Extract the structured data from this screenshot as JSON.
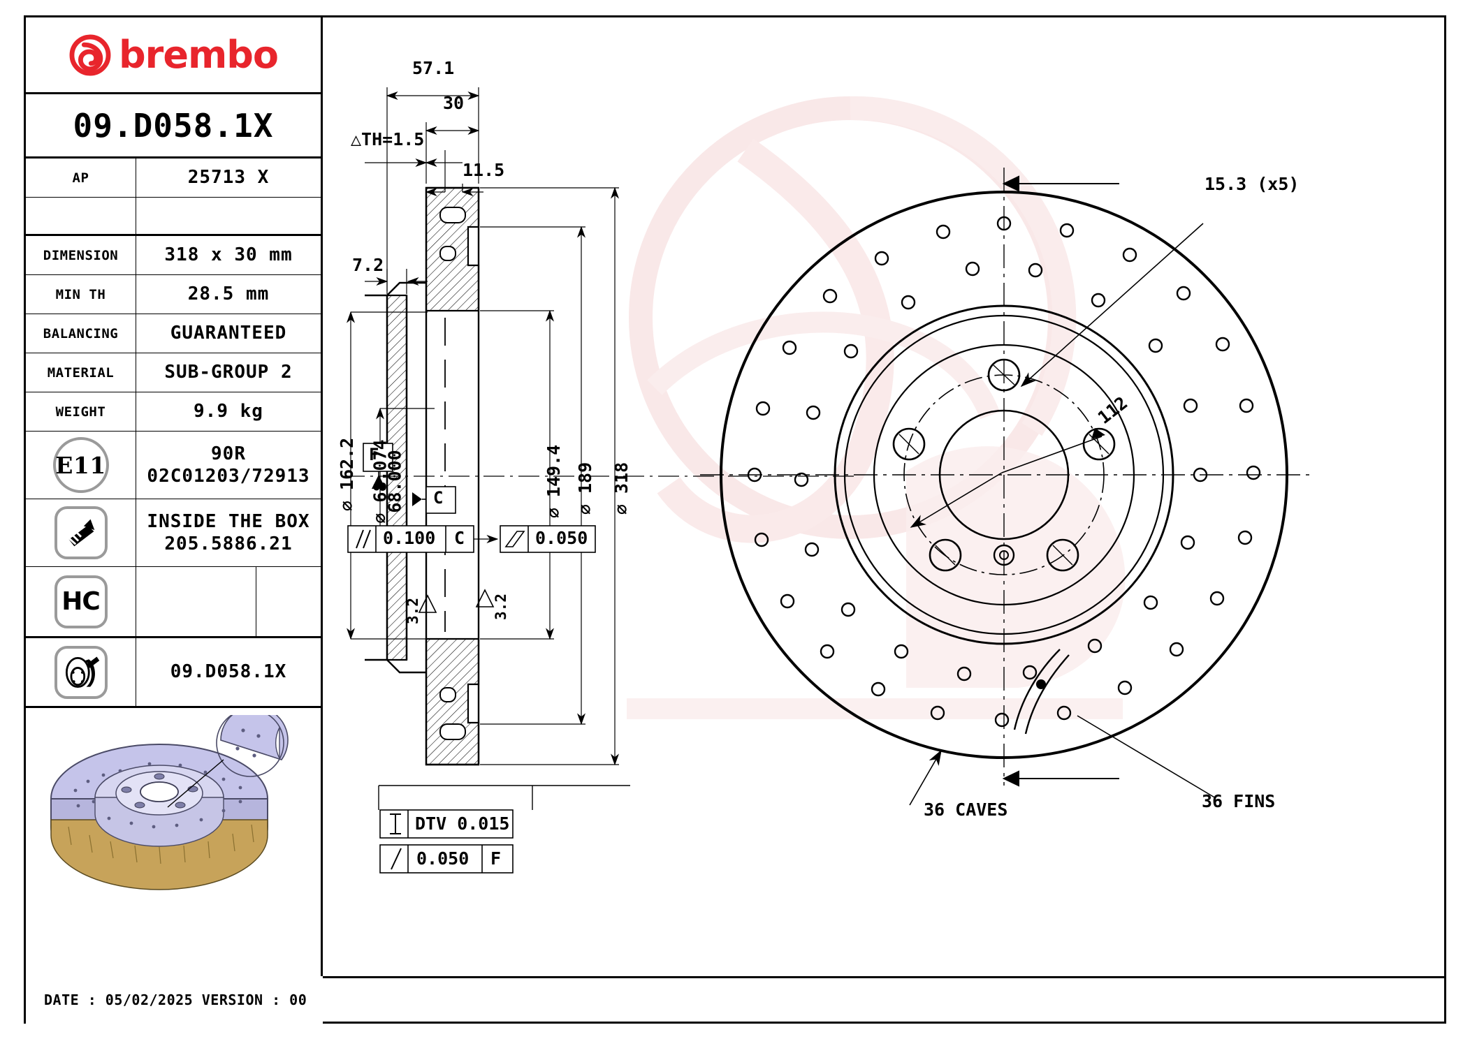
{
  "brand": {
    "name": "brembo",
    "logo_icon": "brembo-logo-icon",
    "color": "#e8252c"
  },
  "part": {
    "code": "09.D058.1X",
    "code_bottom": "09.D058.1X"
  },
  "spec_table": {
    "rows": [
      {
        "key": "AP",
        "value": "25713 X"
      },
      {
        "key": "",
        "value": ""
      },
      {
        "key": "DIMENSION",
        "value": "318 x 30 mm"
      },
      {
        "key": "MIN TH",
        "value": "28.5 mm"
      },
      {
        "key": "BALANCING",
        "value": "GUARANTEED"
      },
      {
        "key": "MATERIAL",
        "value": "SUB-GROUP 2"
      },
      {
        "key": "WEIGHT",
        "value": "9.9 kg"
      }
    ],
    "homologation": {
      "badge": "E11",
      "line1": "90R",
      "line2": "02C01203/72913"
    },
    "screw_row": {
      "icon": "screw-icon",
      "line1": "INSIDE THE BOX",
      "line2": "205.5886.21"
    },
    "hc_row": {
      "badge": "HC"
    },
    "disc_row": {
      "icon": "brake-disc-icon",
      "value": "09.D058.1X"
    }
  },
  "footer": {
    "text": "DATE : 05/02/2025 VERSION : 00"
  },
  "drawing": {
    "section": {
      "overall_width": "57.1",
      "disc_thickness": "30",
      "delta_th": "△TH=1.5",
      "hat_thickness": "11.5",
      "neck": "7.2",
      "outer_dia": "⌀ 318",
      "pad_dia": "⌀ 189",
      "inner_dia": "⌀ 149.4",
      "hat_dia": "⌀ 162.2",
      "bore_upper": "⌀ 68.074",
      "bore_lower": "68.000",
      "datum_f": "F",
      "datum_c": "C",
      "tol_parallel": {
        "symbol": "parallelism",
        "value": "0.100",
        "datum": "C"
      },
      "tol_flatness": {
        "symbol": "flatness",
        "value": "0.050"
      },
      "surf_left": "3.2",
      "surf_right": "3.2",
      "dtv": {
        "symbol": "flatness-run",
        "label": "DTV 0.015"
      },
      "runout": {
        "symbol": "runout",
        "value": "0.050",
        "datum": "F"
      }
    },
    "front": {
      "hole_dia": "15.3 (x5)",
      "pcd": "112",
      "caves": "36 CAVES",
      "fins": "36 FINS"
    }
  }
}
